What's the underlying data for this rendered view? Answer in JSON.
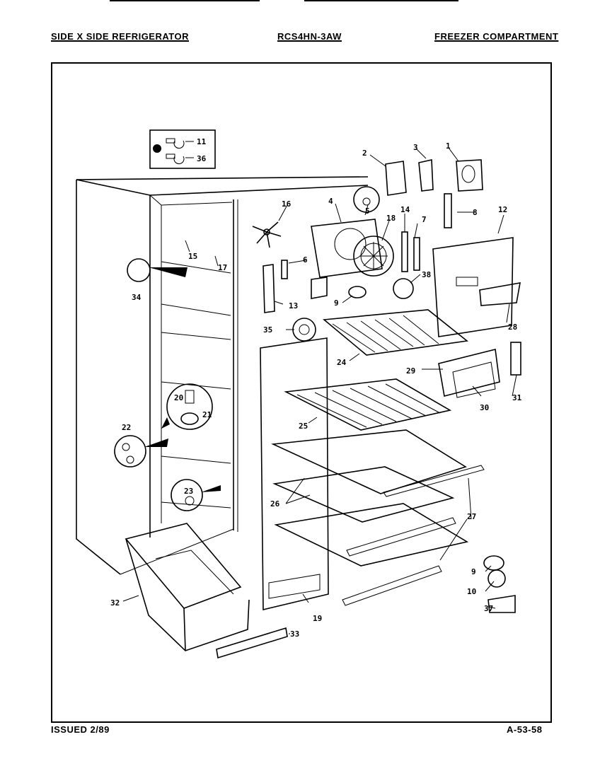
{
  "header": {
    "left": "SIDE X SIDE REFRIGERATOR",
    "center": "RCS4HN-3AW",
    "right": "FREEZER COMPARTMENT"
  },
  "footer": {
    "issued": "ISSUED 2/89",
    "page_code": "A-53-58"
  },
  "callouts": {
    "c1": "1",
    "c2": "2",
    "c3": "3",
    "c4": "4",
    "c5": "5",
    "c6": "6",
    "c7": "7",
    "c8": "8",
    "c9": "9",
    "c9b": "9",
    "c10": "10",
    "c11": "11",
    "c12": "12",
    "c13": "13",
    "c14": "14",
    "c15": "15",
    "c16": "16",
    "c17": "17",
    "c18": "18",
    "c19": "19",
    "c20": "20",
    "c21": "21",
    "c22": "22",
    "c23": "23",
    "c24": "24",
    "c25": "25",
    "c26": "26",
    "c27": "27",
    "c28": "28",
    "c29": "29",
    "c30": "30",
    "c31": "31",
    "c32": "32",
    "c33": "33",
    "c34": "34",
    "c35": "35",
    "c36": "36",
    "c37": "37",
    "c38": "38"
  }
}
